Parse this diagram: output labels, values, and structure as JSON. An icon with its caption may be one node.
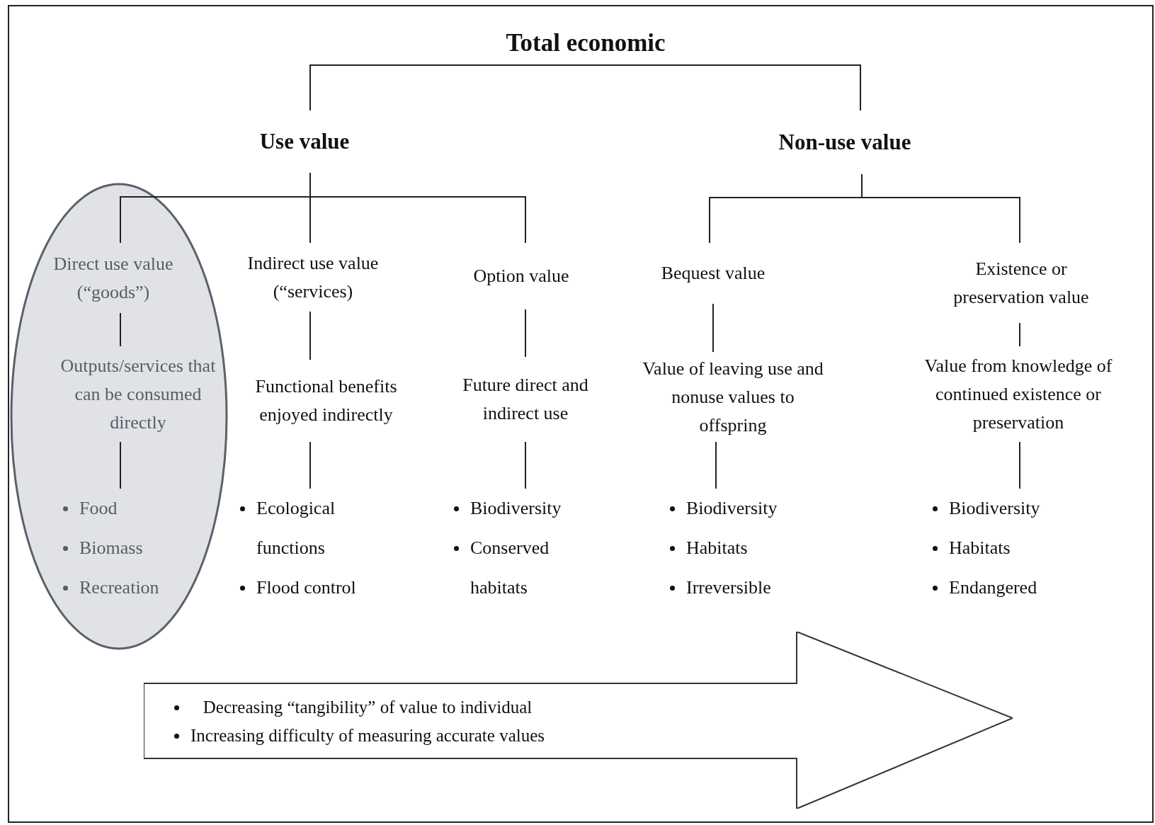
{
  "diagram": {
    "nodes": [
      {
        "text": [
          "Total economic"
        ]
      },
      {
        "text": [
          "Use value"
        ]
      },
      {
        "text": [
          "Non-use value"
        ]
      },
      {
        "text": [
          "Direct use value (“goods”)"
        ]
      },
      {
        "text": [
          "Outputs/services that can be consumed directly"
        ]
      },
      {
        "text": [
          "Food",
          "Biomass",
          "Recreation"
        ]
      },
      {
        "text": [
          "Indirect use value (“services)"
        ]
      },
      {
        "text": [
          "Functional benefits enjoyed indirectly"
        ]
      },
      {
        "text": [
          "Ecological functions",
          "Flood control"
        ]
      },
      {
        "text": [
          "Option value"
        ]
      },
      {
        "text": [
          "Future direct and indirect use"
        ]
      },
      {
        "text": [
          "Biodiversity",
          "Conserved habitats"
        ]
      },
      {
        "text": [
          "Bequest value"
        ]
      },
      {
        "text": [
          "Value of leaving use and nonuse values to offspring"
        ]
      },
      {
        "text": [
          "Biodiversity",
          "Habitats",
          "Irreversible"
        ]
      },
      {
        "text": [
          "Existence or preservation value"
        ]
      },
      {
        "text": [
          "Value from knowledge of continued existence or preservation"
        ]
      },
      {
        "text": [
          "Biodiversity",
          "Habitats",
          "Endangered"
        ]
      },
      {
        "text": [
          "Decreasing “tangibility” of value to individual",
          "Increasing difficulty of measuring accurate values"
        ]
      }
    ],
    "edges": [
      {
        "from": 0,
        "to": 1,
        "arrow": "none"
      },
      {
        "from": 0,
        "to": 2,
        "arrow": "none"
      },
      {
        "from": 1,
        "to": 3,
        "arrow": "none"
      },
      {
        "from": 1,
        "to": 6,
        "arrow": "none"
      },
      {
        "from": 1,
        "to": 9,
        "arrow": "none"
      },
      {
        "from": 2,
        "to": 12,
        "arrow": "none"
      },
      {
        "from": 2,
        "to": 15,
        "arrow": "none"
      },
      {
        "from": 3,
        "to": 4,
        "arrow": "none"
      },
      {
        "from": 4,
        "to": 5,
        "arrow": "none"
      },
      {
        "from": 6,
        "to": 7,
        "arrow": "none"
      },
      {
        "from": 7,
        "to": 8,
        "arrow": "none"
      },
      {
        "from": 9,
        "to": 10,
        "arrow": "none"
      },
      {
        "from": 10,
        "to": 11,
        "arrow": "none"
      },
      {
        "from": 12,
        "to": 13,
        "arrow": "none"
      },
      {
        "from": 13,
        "to": 14,
        "arrow": "none"
      },
      {
        "from": 15,
        "to": 16,
        "arrow": "none"
      },
      {
        "from": 16,
        "to": 17,
        "arrow": "none"
      }
    ]
  }
}
